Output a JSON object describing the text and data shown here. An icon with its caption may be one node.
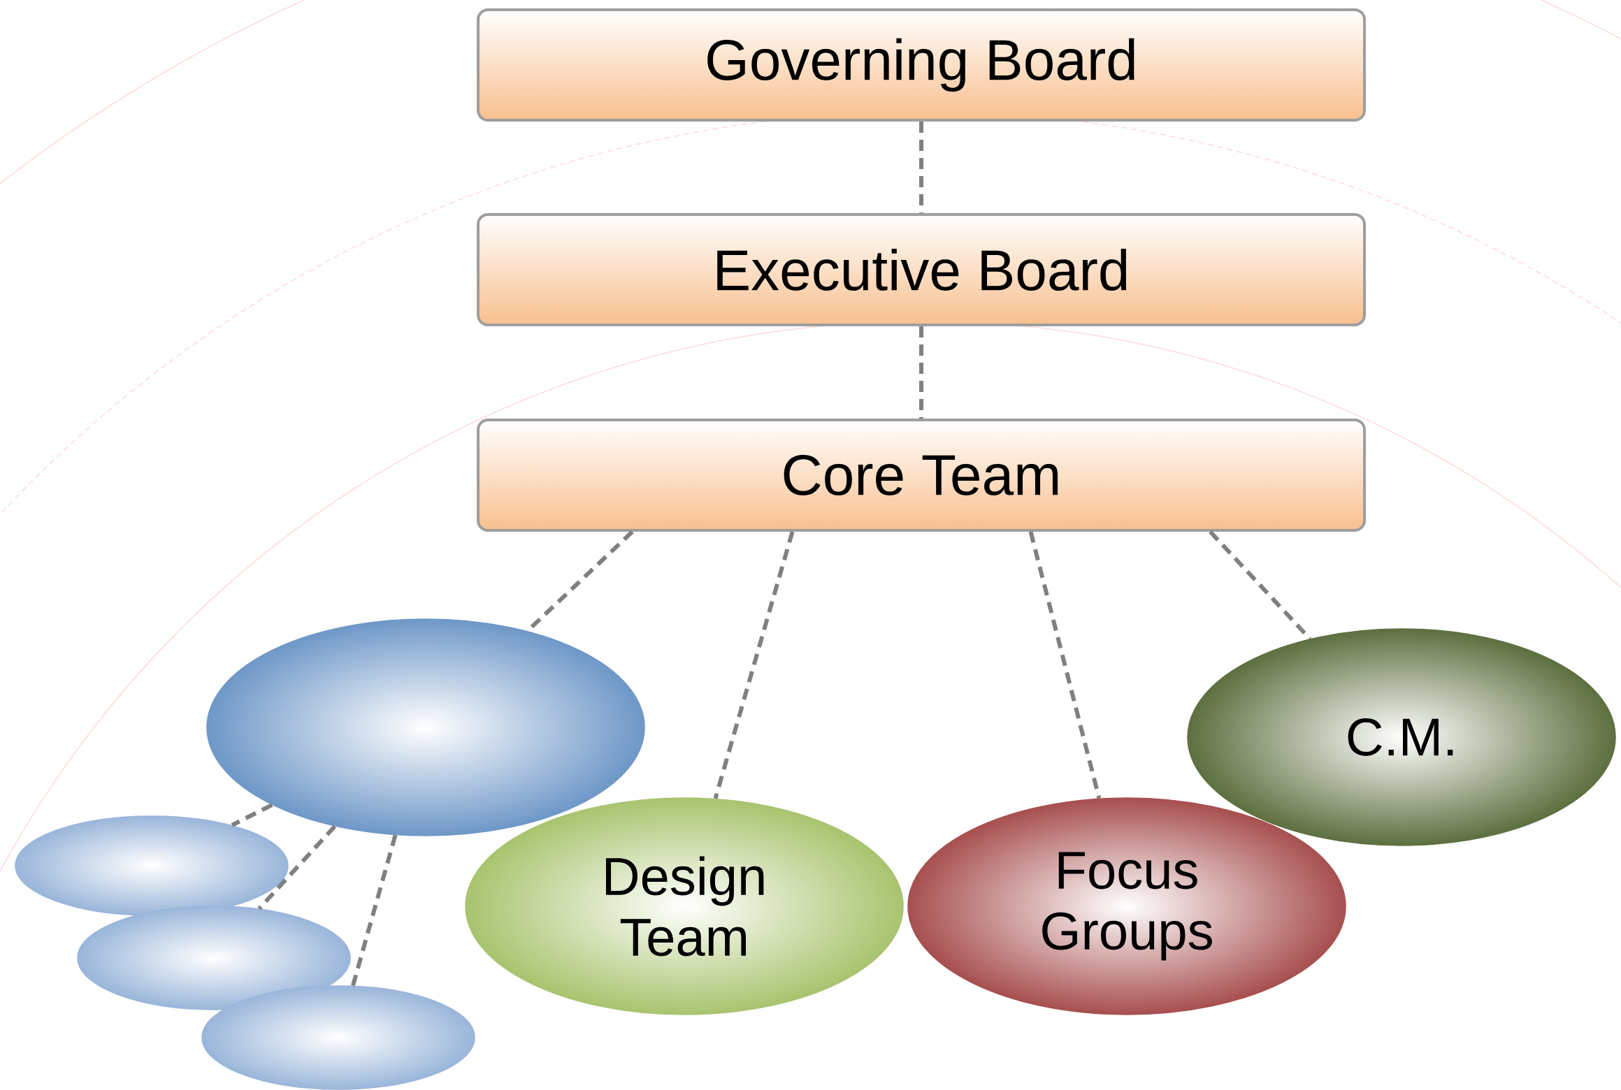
{
  "diagram": {
    "nodes": [
      {
        "text": [
          "Governing Board"
        ]
      },
      {
        "text": [
          "Executive Board"
        ]
      },
      {
        "text": [
          "Core Team"
        ]
      },
      {
        "text": [],
        "shape": "ellipse"
      },
      {
        "text": [
          "Design Team"
        ]
      },
      {
        "text": [
          "Focus Groups"
        ]
      },
      {
        "text": [
          "C.M."
        ]
      },
      {
        "text": [],
        "shape": "ellipse"
      },
      {
        "text": [],
        "shape": "ellipse"
      },
      {
        "text": [],
        "shape": "ellipse"
      }
    ],
    "edges": [
      {
        "from": 0,
        "to": 1,
        "arrow": "none",
        "style": "dashed"
      },
      {
        "from": 1,
        "to": 2,
        "arrow": "none",
        "style": "dashed"
      },
      {
        "from": 2,
        "to": 3,
        "arrow": "none",
        "style": "dashed"
      },
      {
        "from": 2,
        "to": 4,
        "arrow": "none",
        "style": "dashed"
      },
      {
        "from": 2,
        "to": 5,
        "arrow": "none",
        "style": "dashed"
      },
      {
        "from": 2,
        "to": 6,
        "arrow": "none",
        "style": "dashed"
      },
      {
        "from": 3,
        "to": 7,
        "arrow": "none",
        "style": "dashed"
      },
      {
        "from": 3,
        "to": 8,
        "arrow": "none",
        "style": "dashed"
      },
      {
        "from": 3,
        "to": 9,
        "arrow": "none",
        "style": "dashed"
      }
    ]
  }
}
